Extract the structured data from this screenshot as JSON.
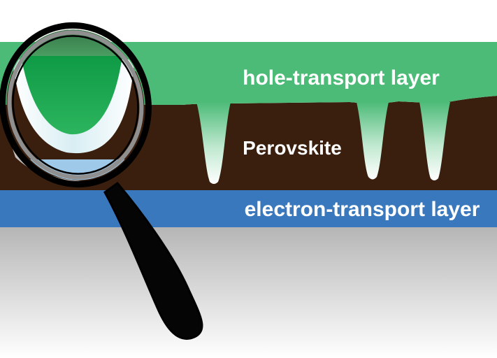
{
  "diagram": {
    "layers": {
      "hole_transport": {
        "label": "hole-transport layer",
        "color": "#4dbb78"
      },
      "perovskite": {
        "label": "Perovskite",
        "color": "#3a1f0e"
      },
      "electron_transport": {
        "label": "electron-transport layer",
        "color": "#3a78be"
      },
      "substrate": {
        "color_top": "#b7b7b7",
        "color_bottom": "#ffffff"
      }
    },
    "magnifier": {
      "rim_color": "#000000",
      "lens_glass_color": "#b9b9b9",
      "handle_color": "#000000"
    }
  }
}
